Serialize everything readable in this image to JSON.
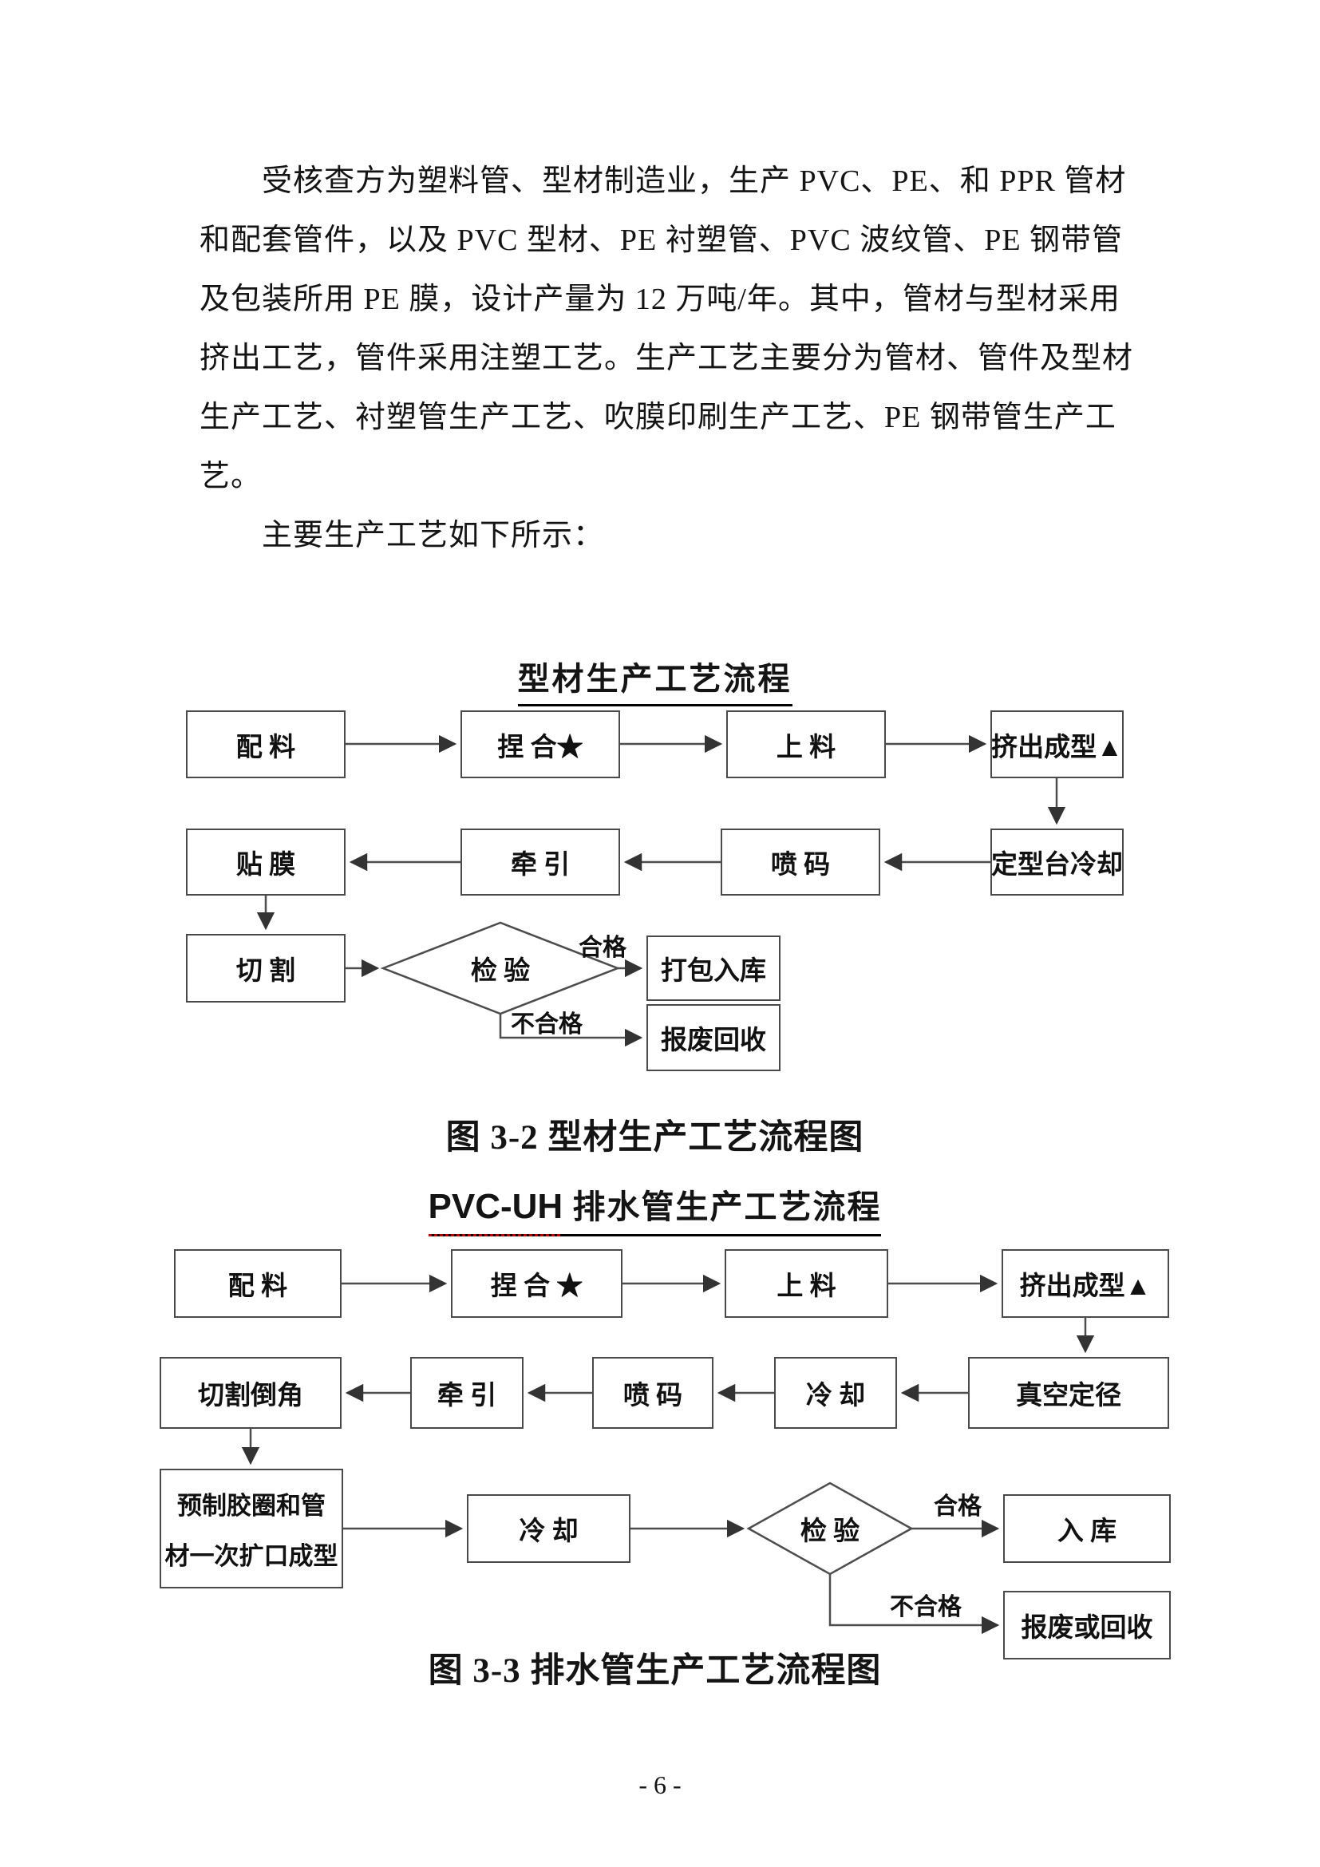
{
  "page": {
    "number": "- 6 -"
  },
  "colors": {
    "spellcheck_red": "#c00000",
    "box_border": "#4a4a4a",
    "text": "#141414"
  },
  "paragraph": {
    "lines": [
      "受核查方为塑料管、型材制造业，生产 PVC、PE、和 PPR 管材",
      "和配套管件，以及 PVC 型材、PE 衬塑管、PVC 波纹管、PE 钢带管",
      "及包装所用 PE 膜，设计产量为 12 万吨/年。其中，管材与型材采用",
      "挤出工艺，管件采用注塑工艺。生产工艺主要分为管材、管件及型材",
      "生产工艺、衬塑管生产工艺、吹膜印刷生产工艺、PE 钢带管生产工",
      "艺。",
      "主要生产工艺如下所示："
    ]
  },
  "chart1": {
    "title": "型材生产工艺流程",
    "caption": "图 3-2 型材生产工艺流程图",
    "nodes": {
      "peiliao": "配 料",
      "niehe": "捏 合★",
      "shangliao": "上 料",
      "jichucheng": "挤出成型▲",
      "dingxing": "定型台冷却",
      "penma": "喷 码",
      "qianyin": "牵 引",
      "tiemo": "贴 膜",
      "qiege": "切 割",
      "jianyan": "检 验",
      "dabao": "打包入库",
      "baofei": "报废回收"
    },
    "labels": {
      "pass": "合格",
      "fail": "不合格"
    }
  },
  "chart2": {
    "title_en": "PVC-UH",
    "title_zh": " 排水管生产工艺流程",
    "caption": "图 3-3 排水管生产工艺流程图",
    "nodes": {
      "peiliao": "配 料",
      "niehe": "捏 合 ★",
      "shangliao": "上 料",
      "jichucheng": "挤出成型▲",
      "zhenkong": "真空定径",
      "lengque1": "冷 却",
      "penma": "喷 码",
      "qianyin": "牵 引",
      "qiegedaojiao": "切割倒角",
      "yuzhi_line1": "预制胶圈和管",
      "yuzhi_line2": "材一次扩口成型",
      "lengque2": "冷 却",
      "jianyan": "检 验",
      "ruku": "入 库",
      "baofei": "报废或回收"
    },
    "labels": {
      "pass": "合格",
      "fail": "不合格"
    }
  }
}
